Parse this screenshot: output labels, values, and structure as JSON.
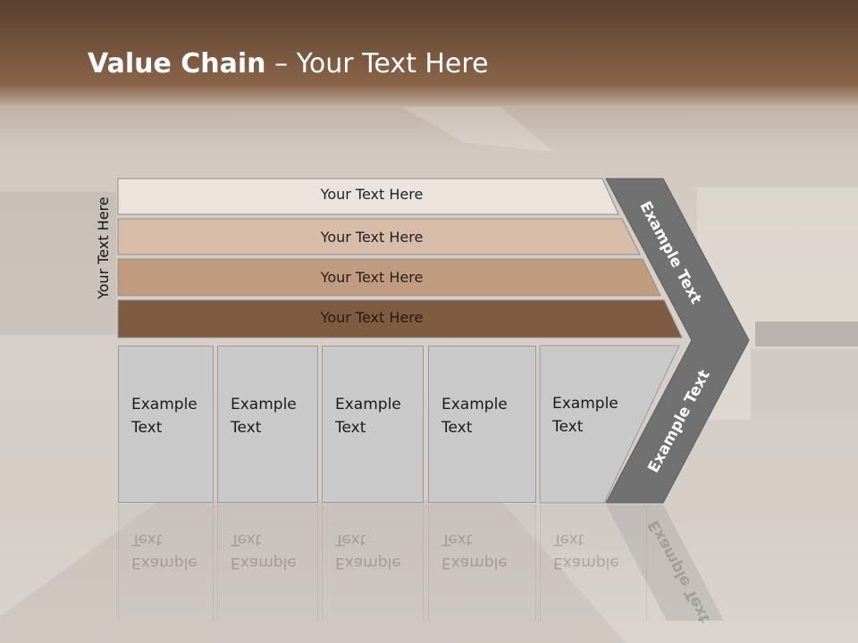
{
  "title": {
    "bold": "Value Chain",
    "rest": " – Your Text Here"
  },
  "side_label": "Your Text Here",
  "support_bars": [
    {
      "label": "Your Text Here",
      "color": "#ebe3dc"
    },
    {
      "label": "Your Text Here",
      "color": "#d7bca7"
    },
    {
      "label": "Your Text Here",
      "color": "#c09b7d"
    },
    {
      "label": "Your Text Here",
      "color": "#7e5b41"
    }
  ],
  "primary_activities": [
    {
      "line1": "Example",
      "line2": "Text"
    },
    {
      "line1": "Example",
      "line2": "Text"
    },
    {
      "line1": "Example",
      "line2": "Text"
    },
    {
      "line1": "Example",
      "line2": "Text"
    },
    {
      "line1": "Example",
      "line2": "Text"
    }
  ],
  "chevron": {
    "upper_label": "Example Text",
    "lower_label": "Example Text",
    "color": "#717171"
  }
}
